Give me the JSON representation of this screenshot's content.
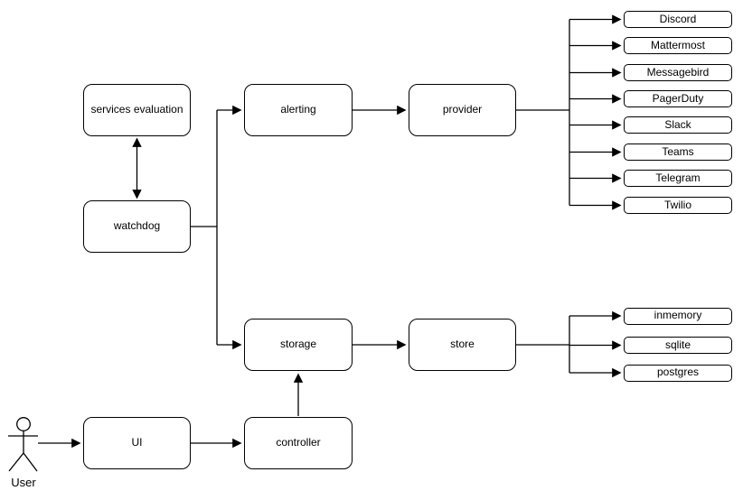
{
  "diagram": {
    "nodes": {
      "services_evaluation": "services evaluation",
      "watchdog": "watchdog",
      "alerting": "alerting",
      "provider": "provider",
      "storage": "storage",
      "store": "store",
      "ui": "UI",
      "controller": "controller"
    },
    "actor_label": "User",
    "provider_types": [
      "Discord",
      "Mattermost",
      "Messagebird",
      "PagerDuty",
      "Slack",
      "Teams",
      "Telegram",
      "Twilio"
    ],
    "store_types": [
      "inmemory",
      "sqlite",
      "postgres"
    ],
    "edges": [
      {
        "from": "services_evaluation",
        "to": "watchdog",
        "style": "bidirectional-arrow"
      },
      {
        "from": "watchdog",
        "to": "alerting",
        "style": "arrow"
      },
      {
        "from": "watchdog",
        "to": "storage",
        "style": "arrow"
      },
      {
        "from": "alerting",
        "to": "provider",
        "style": "arrow"
      },
      {
        "from": "provider",
        "to": "Discord",
        "style": "arrow"
      },
      {
        "from": "provider",
        "to": "Mattermost",
        "style": "arrow"
      },
      {
        "from": "provider",
        "to": "Messagebird",
        "style": "arrow"
      },
      {
        "from": "provider",
        "to": "PagerDuty",
        "style": "arrow"
      },
      {
        "from": "provider",
        "to": "Slack",
        "style": "arrow"
      },
      {
        "from": "provider",
        "to": "Teams",
        "style": "arrow"
      },
      {
        "from": "provider",
        "to": "Telegram",
        "style": "arrow"
      },
      {
        "from": "provider",
        "to": "Twilio",
        "style": "arrow"
      },
      {
        "from": "storage",
        "to": "store",
        "style": "arrow"
      },
      {
        "from": "store",
        "to": "inmemory",
        "style": "arrow"
      },
      {
        "from": "store",
        "to": "sqlite",
        "style": "arrow"
      },
      {
        "from": "store",
        "to": "postgres",
        "style": "arrow"
      },
      {
        "from": "controller",
        "to": "storage",
        "style": "arrow"
      },
      {
        "from": "ui",
        "to": "controller",
        "style": "arrow"
      },
      {
        "from": "user",
        "to": "ui",
        "style": "arrow"
      }
    ],
    "colors": {
      "stroke": "#000000",
      "node_fill": "#ffffff",
      "background": "#ffffff",
      "text": "#000000"
    }
  }
}
